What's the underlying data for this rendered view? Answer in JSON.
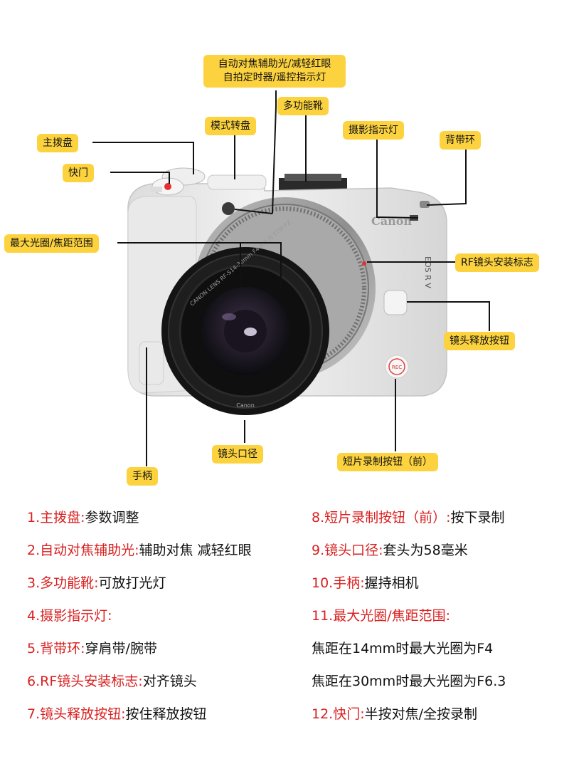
{
  "callouts": {
    "af_assist": [
      "自动对焦辅助光/减轻红眼",
      "自拍定时器/遥控指示灯"
    ],
    "hot_shoe": "多功能靴",
    "mode_dial": "模式转盘",
    "main_dial": "主拨盘",
    "recording_lamp": "摄影指示灯",
    "strap_ring": "背带环",
    "shutter": "快门",
    "max_aperture": "最大光圈/焦距范围",
    "rf_mount_mark": "RF镜头安装标志",
    "lens_release": "镜头释放按钮",
    "filter_diameter": "镜头口径",
    "short_clip_button": "短片录制按钮（前）",
    "grip": "手柄"
  },
  "camera_text": {
    "brand": "Canon",
    "model": "EOS R V",
    "rec": "REC",
    "lens_ring": "CANON LENS RF-S14-30mm F4-6.3 IS STM PZ",
    "cap_brand": "Canon"
  },
  "legend": {
    "left": [
      {
        "num": "1.",
        "name": "主拨盘:",
        "desc": "参数调整"
      },
      {
        "num": "2.",
        "name": "自动对焦辅助光:",
        "desc": "辅助对焦 减轻红眼"
      },
      {
        "num": "3.",
        "name": "多功能靴:",
        "desc": "可放打光灯"
      },
      {
        "num": "4.",
        "name": "摄影指示灯:",
        "desc": ""
      },
      {
        "num": "5.",
        "name": "背带环:",
        "desc": "穿肩带/腕带"
      },
      {
        "num": "6.",
        "name": "RF镜头安装标志:",
        "desc": "对齐镜头"
      },
      {
        "num": "7.",
        "name": "镜头释放按钮:",
        "desc": "按住释放按钮"
      }
    ],
    "right": [
      {
        "num": "8.",
        "name": "短片录制按钮（前）:",
        "desc": "按下录制"
      },
      {
        "num": "9.",
        "name": "镜头口径:",
        "desc": "套头为58毫米"
      },
      {
        "num": "10.",
        "name": "手柄:",
        "desc": "握持相机"
      },
      {
        "num": "11.",
        "name": "最大光圈/焦距范围:",
        "desc": ""
      },
      {
        "num": "",
        "name": "",
        "desc": "焦距在14mm时最大光圈为F4"
      },
      {
        "num": "",
        "name": "",
        "desc": "焦距在30mm时最大光圈为F6.3"
      },
      {
        "num": "12.",
        "name": "快门:",
        "desc": "半按对焦/全按录制"
      }
    ]
  },
  "colors": {
    "callout_bg": "#fcd33f",
    "leader": "#111111",
    "legend_name": "#d92020",
    "camera_body": "#ececec"
  }
}
